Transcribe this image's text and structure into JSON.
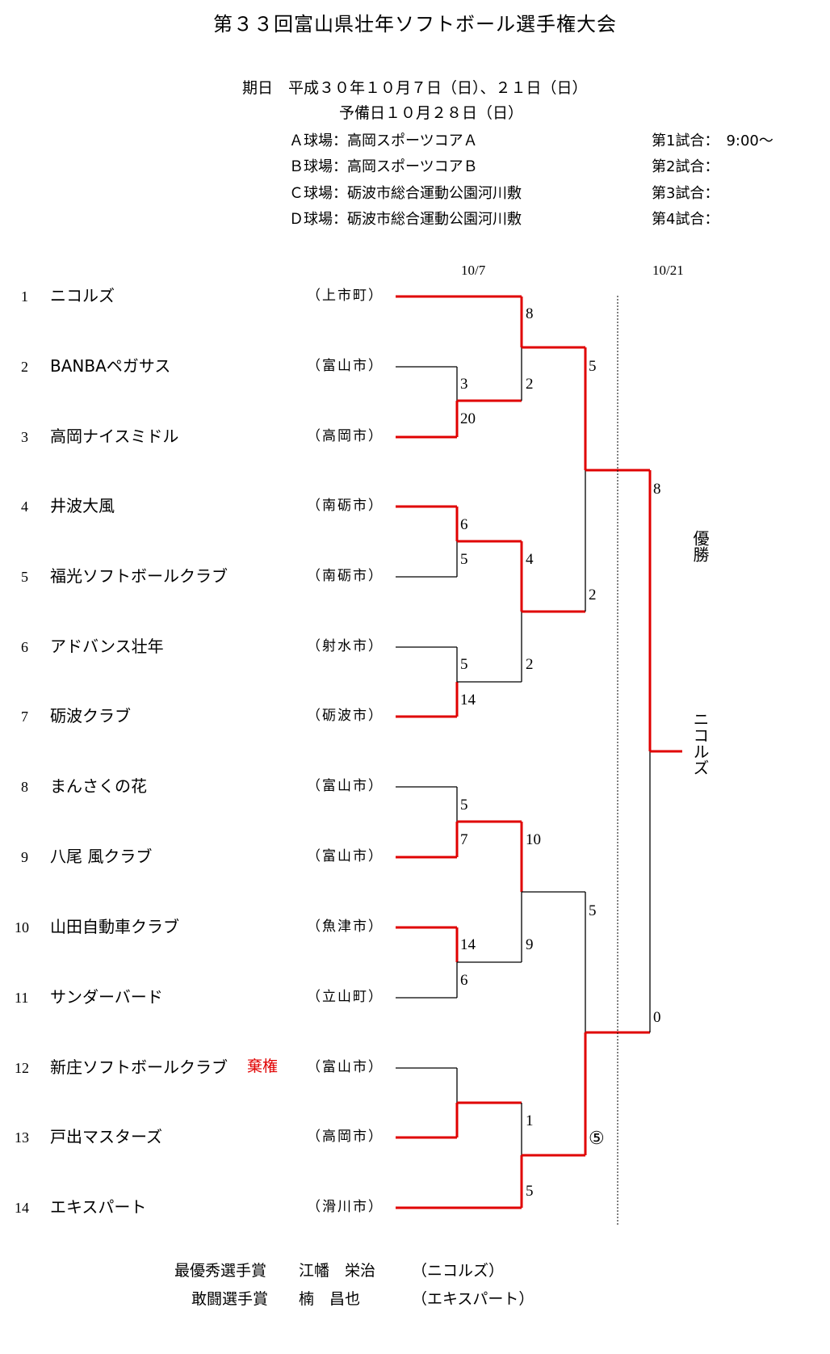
{
  "title": "第３３回富山県壮年ソフトボール選手権大会",
  "schedule": {
    "dates_label": "期日　平成３０年１０月７日（日）、２１日（日）",
    "reserve_label": "予備日１０月２８日（日）",
    "venues": [
      "Ａ球場：高岡スポーツコアＡ",
      "Ｂ球場：高岡スポーツコアＢ",
      "Ｃ球場：砺波市総合運動公園河川敷",
      "Ｄ球場：砺波市総合運動公園河川敷"
    ],
    "games": [
      "第1試合：　9:00～",
      "第2試合：",
      "第3試合：",
      "第4試合："
    ]
  },
  "rounds": {
    "first": "10/7",
    "final": "10/21"
  },
  "teams": [
    {
      "num": "1",
      "name": "ニコルズ",
      "city": "（上市町）"
    },
    {
      "num": "2",
      "name": "BANBAペガサス",
      "city": "（富山市）"
    },
    {
      "num": "3",
      "name": "高岡ナイスミドル",
      "city": "（高岡市）"
    },
    {
      "num": "4",
      "name": "井波大風",
      "city": "（南砺市）"
    },
    {
      "num": "5",
      "name": "福光ソフトボールクラブ",
      "city": "（南砺市）"
    },
    {
      "num": "6",
      "name": "アドバンス壮年",
      "city": "（射水市）"
    },
    {
      "num": "7",
      "name": "砺波クラブ",
      "city": "（砺波市）"
    },
    {
      "num": "8",
      "name": "まんさくの花",
      "city": "（富山市）"
    },
    {
      "num": "9",
      "name": "八尾 風クラブ",
      "city": "（富山市）"
    },
    {
      "num": "10",
      "name": "山田自動車クラブ",
      "city": "（魚津市）"
    },
    {
      "num": "11",
      "name": "サンダーバード",
      "city": "（立山町）"
    },
    {
      "num": "12",
      "name": "新庄ソフトボールクラブ",
      "city": "（富山市）",
      "note": "棄権"
    },
    {
      "num": "13",
      "name": "戸出マスターズ",
      "city": "（高岡市）"
    },
    {
      "num": "14",
      "name": "エキスパート",
      "city": "（滑川市）"
    }
  ],
  "scores": {
    "m2v3_a": "3",
    "m2v3_b": "20",
    "m4v5_a": "6",
    "m4v5_b": "5",
    "m6v7_a": "5",
    "m6v7_b": "14",
    "m8v9_a": "5",
    "m8v9_b": "7",
    "m10v11_a": "14",
    "m10v11_b": "6",
    "q1_a": "8",
    "q1_b": "2",
    "q2_a": "4",
    "q2_b": "2",
    "q3_a": "10",
    "q3_b": "9",
    "q4_a": "1",
    "q4_b": "5",
    "s1_a": "5",
    "s1_b": "2",
    "s2_a": "5",
    "s2_b": "⑤",
    "f_a": "8",
    "f_b": "0"
  },
  "champion": {
    "label": "優勝",
    "team": "ニコルズ"
  },
  "awards": {
    "mvp_label": "最優秀選手賞",
    "mvp_name": "江幡　栄治",
    "mvp_team": "（ニコルズ）",
    "fight_label": "敢闘選手賞",
    "fight_name": "楠　昌也",
    "fight_team": "（エキスパート）"
  },
  "colors": {
    "winner": "#e00000",
    "loser": "#000000"
  }
}
